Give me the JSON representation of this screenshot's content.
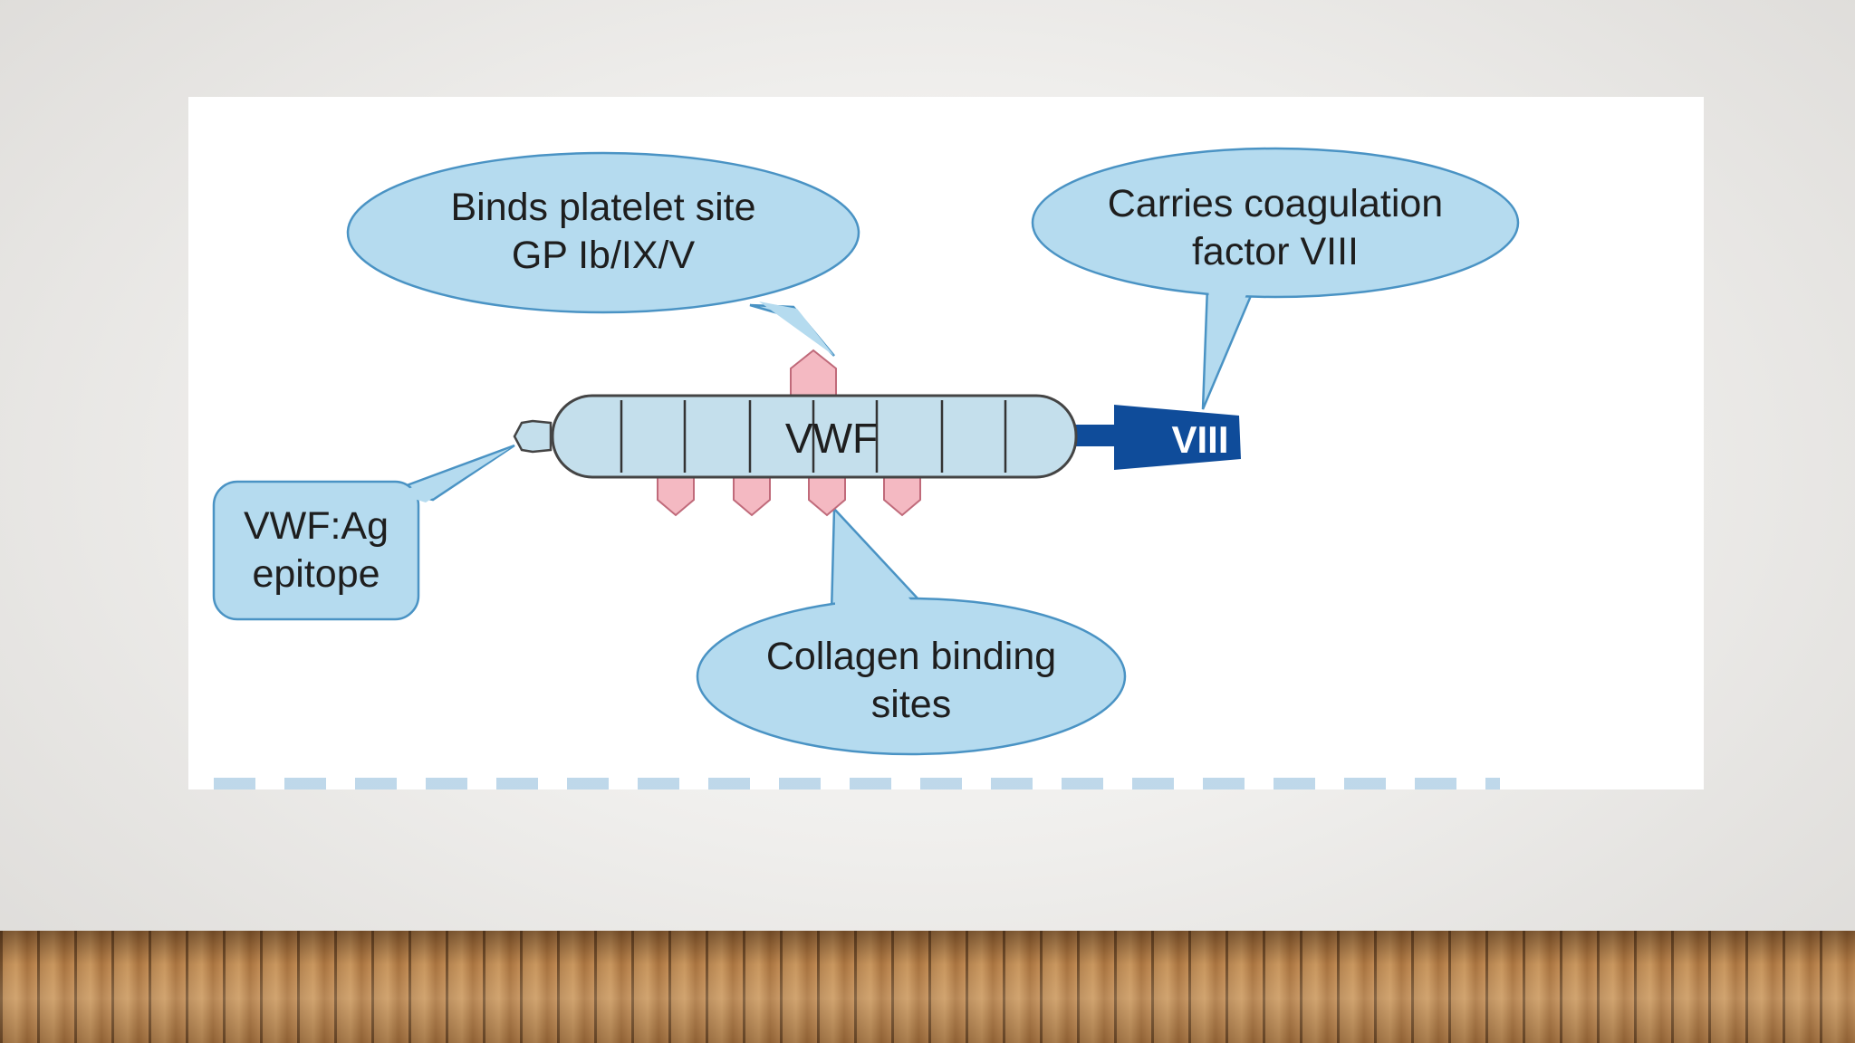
{
  "diagram": {
    "molecule_label": "VWF",
    "factor_label": "VIII",
    "callouts": {
      "platelet": {
        "line1": "Binds platelet site",
        "line2": "GP Ib/IX/V"
      },
      "factor": {
        "line1": "Carries coagulation",
        "line2": "factor VIII"
      },
      "epitope": {
        "line1": "VWF:Ag",
        "line2": "epitope"
      },
      "collagen": {
        "line1": "Collagen binding",
        "line2": "sites"
      }
    },
    "colors": {
      "callout_fill": "#b5dbef",
      "callout_stroke": "#4a93c4",
      "molecule_fill": "#c4dfec",
      "binding_site_fill": "#f4b9c2",
      "factor_fill": "#0f4c9a"
    }
  }
}
